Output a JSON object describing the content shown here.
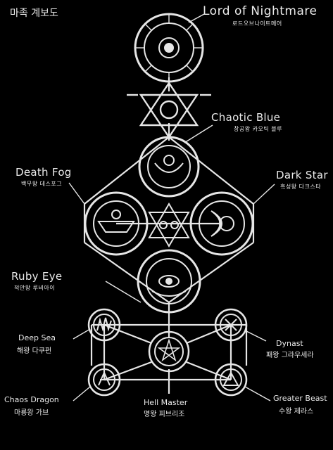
{
  "title": "마족 계보도",
  "accent": "#eaeaea",
  "background": "#000000",
  "labels": {
    "lord": {
      "en": "Lord of Nightmare",
      "ko": "로드오브나이트메어"
    },
    "chaotic_blue": {
      "en": "Chaotic Blue",
      "ko": "창공왕 카오틱 블루"
    },
    "death_fog": {
      "en": "Death Fog",
      "ko": "백무왕 데스포그"
    },
    "dark_star": {
      "en": "Dark Star",
      "ko": "흑성왕 다크스타"
    },
    "ruby_eye": {
      "en": "Ruby Eye",
      "ko": "적안왕 루비아이"
    },
    "deep_sea": {
      "en": "Deep Sea",
      "ko": "해왕 다쿠펀"
    },
    "dynast": {
      "en": "Dynast",
      "ko": "패왕 그라우세라"
    },
    "chaos_dragon": {
      "en": "Chaos Dragon",
      "ko": "마룡왕 가브"
    },
    "hell_master": {
      "en": "Hell Master",
      "ko": "명왕 피브리조"
    },
    "greater_beast": {
      "en": "Greater Beast",
      "ko": "수왕 제라스"
    }
  },
  "icons": [
    "seal-icon",
    "hexagram-icon",
    "pentagram-icon"
  ]
}
